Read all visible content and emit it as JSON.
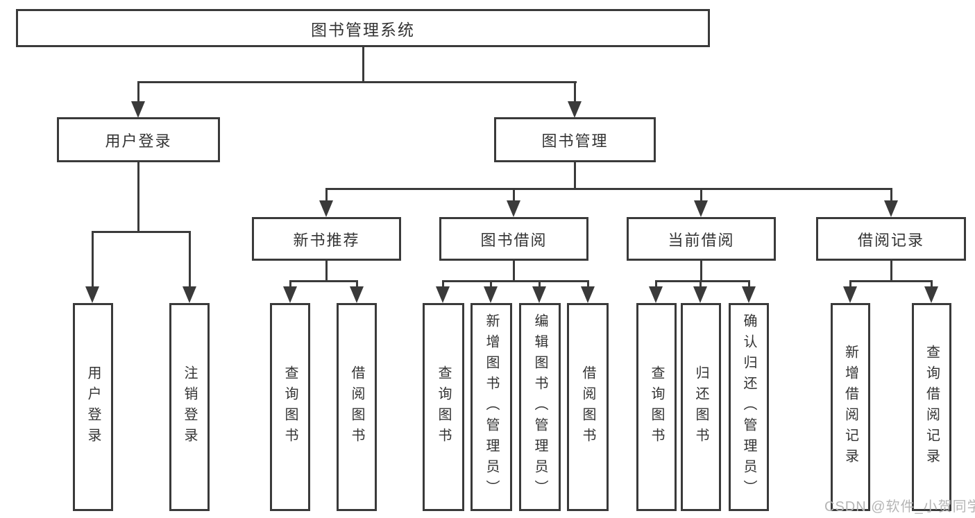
{
  "colors": {
    "line": "#3a3a3a",
    "text": "#333333",
    "background": "#ffffff",
    "watermark": "#b5b5b5"
  },
  "watermark": "CSDN @软件_小贺同学",
  "tree": {
    "label": "图书管理系统",
    "children": [
      {
        "label": "用户登录",
        "children": [
          {
            "label": "用户登录"
          },
          {
            "label": "注销登录"
          }
        ]
      },
      {
        "label": "图书管理",
        "children": [
          {
            "label": "新书推荐",
            "children": [
              {
                "label": "查询图书"
              },
              {
                "label": "借阅图书"
              }
            ]
          },
          {
            "label": "图书借阅",
            "children": [
              {
                "label": "查询图书"
              },
              {
                "label": "新增图书（管理员）"
              },
              {
                "label": "编辑图书（管理员）"
              },
              {
                "label": "借阅图书"
              }
            ]
          },
          {
            "label": "当前借阅",
            "children": [
              {
                "label": "查询图书"
              },
              {
                "label": "归还图书"
              },
              {
                "label": "确认归还（管理员）"
              }
            ]
          },
          {
            "label": "借阅记录",
            "children": [
              {
                "label": "新增借阅记录"
              },
              {
                "label": "查询借阅记录"
              }
            ]
          }
        ]
      }
    ]
  }
}
